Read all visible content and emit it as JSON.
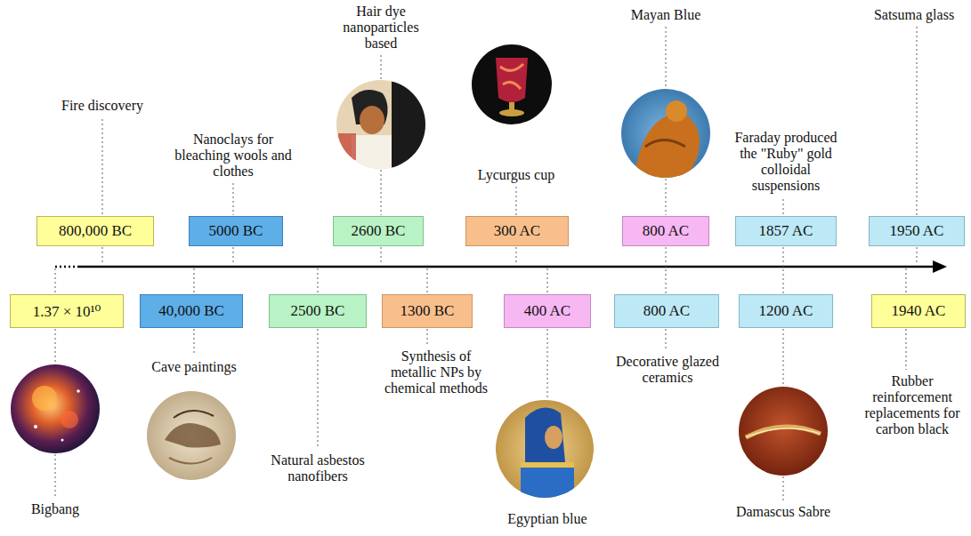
{
  "diagram": {
    "nodes": [
      {
        "text": [
          "800,000 BC"
        ]
      },
      {
        "text": [
          "5000 BC"
        ]
      },
      {
        "text": [
          "2600 BC"
        ]
      },
      {
        "text": [
          "300 AC"
        ]
      },
      {
        "text": [
          "800 AC"
        ]
      },
      {
        "text": [
          "1857 AC"
        ]
      },
      {
        "text": [
          "1950 AC"
        ]
      },
      {
        "text": [
          "1.37 × 10¹⁰"
        ]
      },
      {
        "text": [
          "40,000 BC"
        ]
      },
      {
        "text": [
          "2500 BC"
        ]
      },
      {
        "text": [
          "1300 BC"
        ]
      },
      {
        "text": [
          "400 AC"
        ]
      },
      {
        "text": [
          "800 AC"
        ]
      },
      {
        "text": [
          "1200 AC"
        ]
      },
      {
        "text": [
          "1940 AC"
        ]
      }
    ],
    "labels": [
      "Fire discovery",
      "Nanoclays for bleaching wools and clothes",
      "Hair dye nanoparticles based",
      "Lycurgus cup",
      "Mayan Blue",
      "Faraday produced the \"Ruby\" gold colloidal suspensions",
      "Satsuma glass",
      "Bigbang",
      "Cave paintings",
      "Natural asbestos nanofibers",
      "Synthesis of metallic NPs by chemical methods",
      "Decorative glazed ceramics",
      "Egyptian blue",
      "Damascus Sabre",
      "Rubber reinforcement replacements for carbon black"
    ]
  }
}
